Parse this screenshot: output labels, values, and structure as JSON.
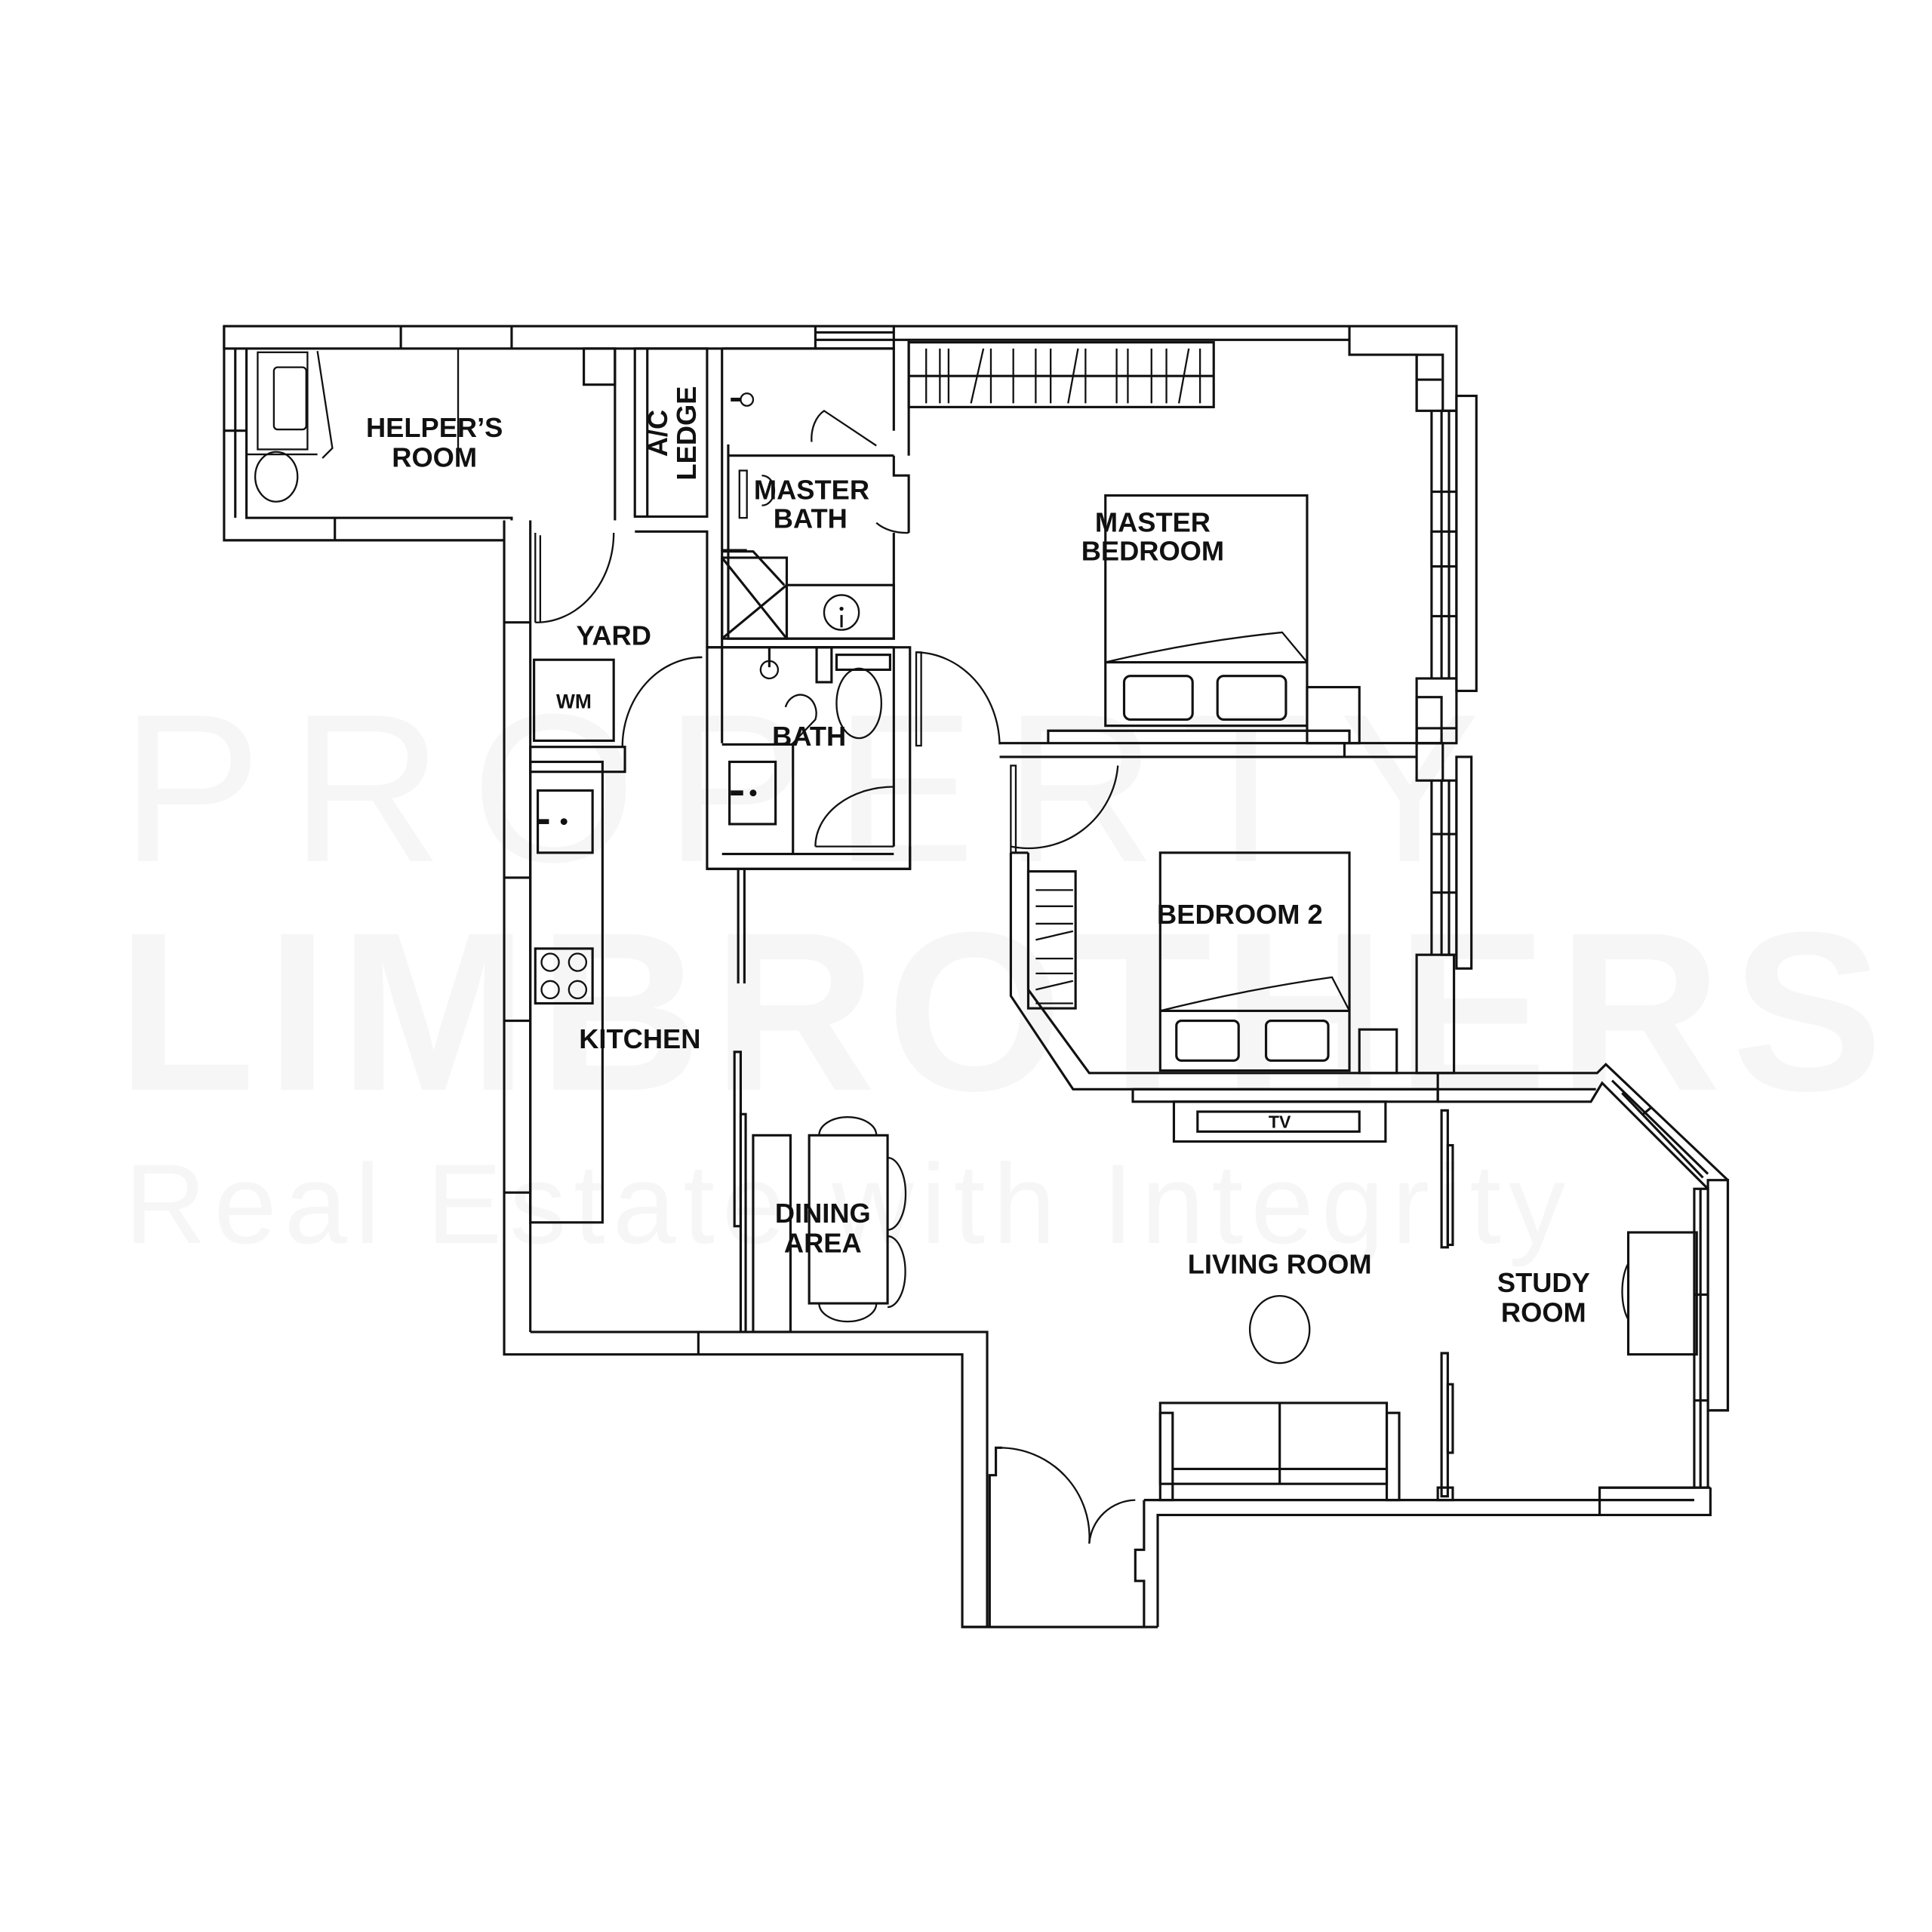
{
  "watermark": {
    "line1": "PROPERTY",
    "line2": "LIMBROTHERS",
    "tagline": "Real Estate with Integrity",
    "color": "#f6f6f6"
  },
  "floorplan": {
    "line_color": "#111111",
    "background": "#ffffff",
    "rooms": [
      {
        "id": "helpers-room",
        "lines": [
          "HELPER’S",
          "ROOM"
        ]
      },
      {
        "id": "ac-ledge",
        "lines": [
          "A/C",
          "LEDGE"
        ]
      },
      {
        "id": "master-bath",
        "lines": [
          "MASTER",
          "BATH"
        ]
      },
      {
        "id": "master-bedroom",
        "lines": [
          "MASTER",
          "BEDROOM"
        ]
      },
      {
        "id": "yard",
        "lines": [
          "YARD"
        ]
      },
      {
        "id": "bath",
        "lines": [
          "BATH"
        ]
      },
      {
        "id": "bedroom-2",
        "lines": [
          "BEDROOM 2"
        ]
      },
      {
        "id": "kitchen",
        "lines": [
          "KITCHEN"
        ]
      },
      {
        "id": "dining-area",
        "lines": [
          "DINING",
          "AREA"
        ]
      },
      {
        "id": "living-room",
        "lines": [
          "LIVING ROOM"
        ]
      },
      {
        "id": "study-room",
        "lines": [
          "STUDY",
          "ROOM"
        ]
      }
    ],
    "fixtures": {
      "washing_machine": "WM",
      "tv": "TV"
    }
  }
}
